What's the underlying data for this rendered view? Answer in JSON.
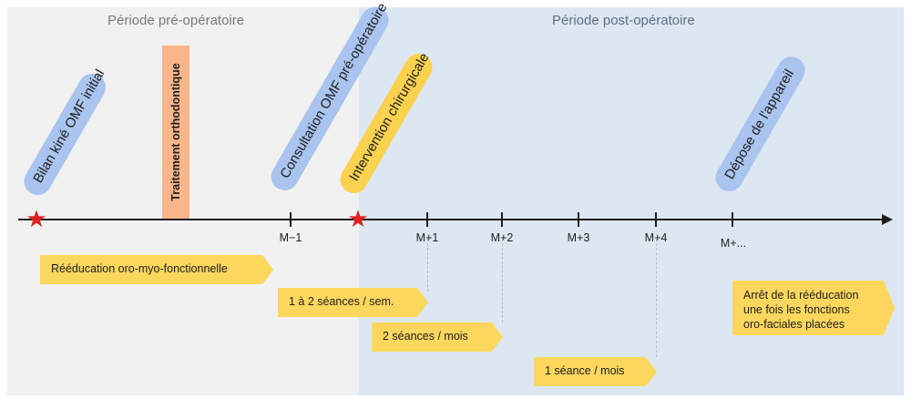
{
  "periods": {
    "pre": "Période pré-opératoire",
    "post": "Période post-opératoire"
  },
  "events": {
    "bilan": "Bilan kiné OMF initial",
    "orthodontic": "Traitement orthodontique",
    "consultation": "Consultation OMF pré-opératoire",
    "intervention": "Intervention chirurgicale",
    "depose": "Dépose de l'appareil"
  },
  "timeline": {
    "ticks": [
      "M−1",
      "M+1",
      "M+2",
      "M+3",
      "M+4",
      "M+..."
    ]
  },
  "phases": {
    "reeducation": "Rééducation oro-myo-fonctionnelle",
    "weekly": "1 à 2 séances / sem.",
    "twice_monthly": "2 séances / mois",
    "monthly": "1 séance / mois",
    "stop_line1": "Arrêt de la rééducation",
    "stop_line2": "une fois les fonctions",
    "stop_line3": "oro-faciales placées"
  },
  "colors": {
    "pre_bg": "#f1f1f1",
    "post_bg": "#dde7f2",
    "blue_pill": "#a9c4ee",
    "yellow_pill": "#fbd24f",
    "ortho_bar": "#f9b68a",
    "chevron": "#fcd75e",
    "star": "#e01f1f"
  },
  "icons": {
    "milestone": "star-icon"
  }
}
